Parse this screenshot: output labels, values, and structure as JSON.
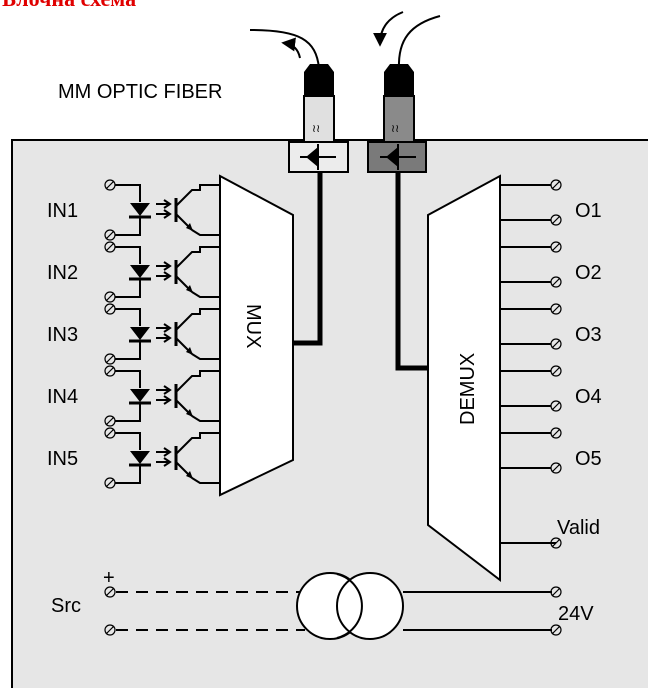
{
  "title": "Блочна схема",
  "fiber_label": "MM OPTIC FIBER",
  "inputs": [
    "IN1",
    "IN2",
    "IN3",
    "IN4",
    "IN5"
  ],
  "outputs": [
    "O1",
    "O2",
    "O3",
    "O4",
    "O5"
  ],
  "valid_label": "Valid",
  "mux_label": "MUX",
  "demux_label": "DEMUX",
  "src_label": "Src",
  "plus_label": "+",
  "power_label": "24V",
  "colors": {
    "panel": "#e6e6e6",
    "tx_module": "#ececec",
    "rx_module": "#7a7a7a",
    "connector": "#000000",
    "title": "#e00000"
  },
  "icons": [
    "led-icon",
    "light-emission-icon",
    "phototransistor-icon",
    "photodiode-icon",
    "screw-terminal-icon",
    "transformer-icon"
  ]
}
